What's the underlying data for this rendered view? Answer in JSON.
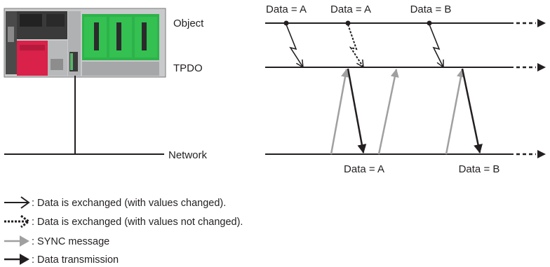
{
  "rows": {
    "object": "Object",
    "tpdo": "TPDO",
    "network": "Network"
  },
  "object_labels": [
    "Data = A",
    "Data = A",
    "Data = B"
  ],
  "network_labels": [
    "Data = A",
    "Data = B"
  ],
  "legend": [
    {
      "style": "changed",
      "text": ": Data is exchanged (with values changed)."
    },
    {
      "style": "unchanged",
      "text": ": Data is exchanged (with values not changed)."
    },
    {
      "style": "sync",
      "text": ": SYNC message"
    },
    {
      "style": "transmission",
      "text": ": Data transmission"
    }
  ],
  "colors": {
    "line": "#231f20",
    "sync": "#a0a0a0",
    "plc_red": "#d9214a",
    "plc_green": "#2db34a",
    "plc_body": "#c9cacb"
  }
}
